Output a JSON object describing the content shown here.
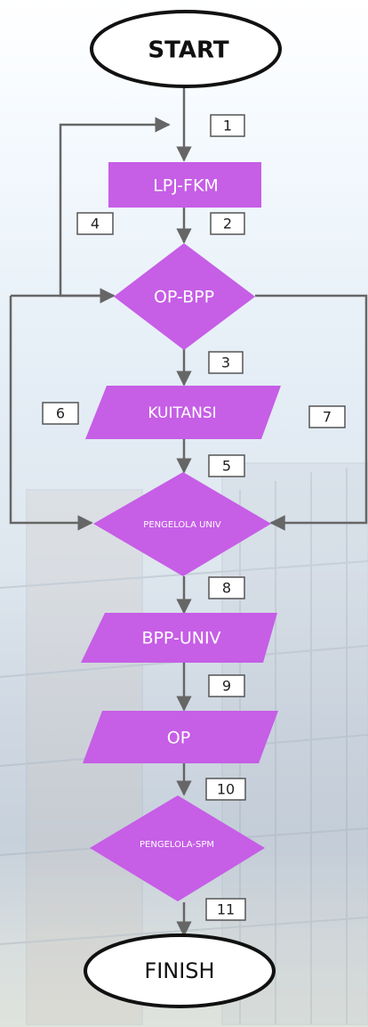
{
  "flowchart": {
    "start": "START",
    "finish": "FINISH",
    "nodes": {
      "lpj_fkm": "LPJ-FKM",
      "op_bpp": "OP-BPP",
      "kuitansi": "KUITANSI",
      "pengelola_univ": "PENGELOLA UNIV",
      "bpp_univ": "BPP-UNIV",
      "op": "OP",
      "pengelola_spm": "PENGELOLA-SPM"
    },
    "steps": [
      "1",
      "2",
      "3",
      "4",
      "5",
      "6",
      "7",
      "8",
      "9",
      "10",
      "11"
    ]
  },
  "colors": {
    "shape_fill": "#c65ee6",
    "arrow": "#666666",
    "number_box_border": "#555555",
    "terminal_border": "#111111"
  }
}
